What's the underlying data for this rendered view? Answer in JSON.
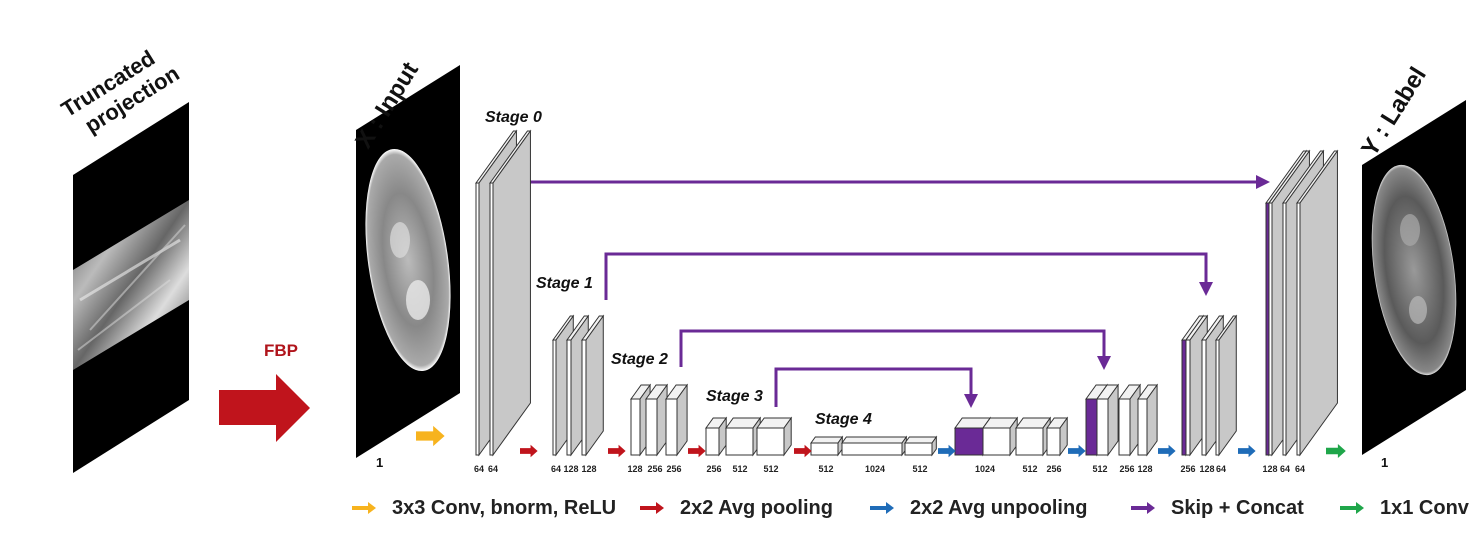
{
  "left_label": {
    "line1": "Truncated",
    "line2": "projection"
  },
  "fbp_label": "FBP",
  "input_label": "X : Input",
  "output_label": "Y : Label",
  "input_channels": "1",
  "output_channels": "1",
  "stages": [
    "Stage 0",
    "Stage 1",
    "Stage 2",
    "Stage 3",
    "Stage 4"
  ],
  "channel_labels": {
    "stage0_enc": [
      "64",
      "64"
    ],
    "stage1_enc": [
      "64",
      "128",
      "128"
    ],
    "stage2_enc": [
      "128",
      "256",
      "256"
    ],
    "stage3_enc": [
      "256",
      "512",
      "512"
    ],
    "stage4": [
      "512",
      "1024",
      "512"
    ],
    "stage3_dec": [
      "1024",
      "512",
      "256"
    ],
    "stage2_dec": [
      "512",
      "256",
      "128"
    ],
    "stage1_dec": [
      "256",
      "128",
      "64"
    ],
    "stage0_dec": [
      "128",
      "64",
      "64"
    ]
  },
  "legend": [
    {
      "label": "3x3 Conv, bnorm, ReLU",
      "color": "#f7b31e"
    },
    {
      "label": "2x2 Avg pooling",
      "color": "#c0141c"
    },
    {
      "label": "2x2 Avg unpooling",
      "color": "#1f6cb8"
    },
    {
      "label": "Skip + Concat",
      "color": "#6a2a96"
    },
    {
      "label": "1x1 Conv",
      "color": "#1fa64a"
    }
  ],
  "colors": {
    "skip": "#6a2a96",
    "fbp_arrow": "#c0141c",
    "slab": "#c8c8c8",
    "box": "#ffffff"
  }
}
